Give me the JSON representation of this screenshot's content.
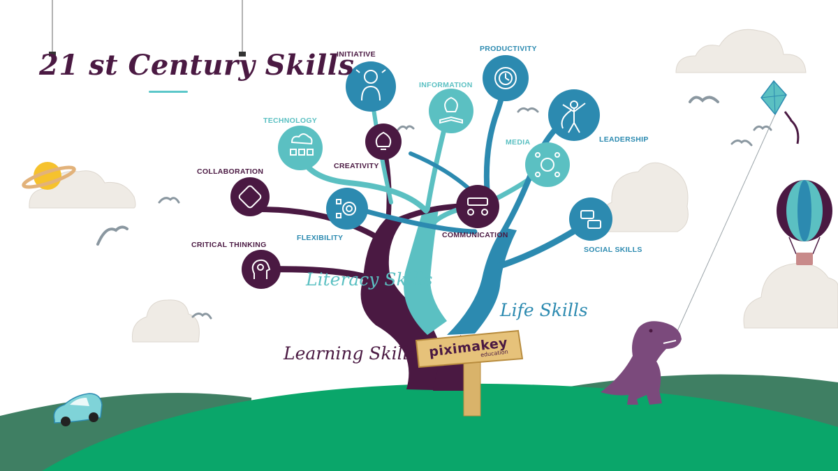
{
  "title": "21 st Century Skills",
  "skills": {
    "initiative": "INITIATIVE",
    "productivity": "PRODUCTIVITY",
    "information": "INFORMATION",
    "technology": "TECHNOLOGY",
    "media": "MEDIA",
    "leadership": "LEADERSHIP",
    "creativity": "CREATIVITY",
    "collaboration": "COLLABORATION",
    "flexibility": "FLEXIBILITY",
    "communication": "COMMUNICATION",
    "critical_thinking": "CRITICAL THINKING",
    "social_skills": "SOCIAL SKILLS"
  },
  "groups": {
    "literacy": "Literacy Skills",
    "life": "Life Skills",
    "learning": "Learning Skills"
  },
  "sign": {
    "brand": "piximakey",
    "sub": "education"
  },
  "colors": {
    "plum": "#4a1942",
    "teal": "#5bc0c2",
    "blue": "#2c8ab0",
    "grass": "#0aa66a",
    "hill": "#3f7f63"
  },
  "icons": {
    "initiative": "person-lightbulb-icon",
    "productivity": "gear-clock-icon",
    "information": "lightbulb-book-icon",
    "technology": "cloud-network-icon",
    "media": "megaphone-network-icon",
    "leadership": "hero-cape-icon",
    "creativity": "brain-lightbulb-icon",
    "collaboration": "hands-circle-icon",
    "flexibility": "target-arrows-icon",
    "communication": "speech-bubbles-people-icon",
    "critical_thinking": "head-gear-icon",
    "social_skills": "chat-bubbles-icon"
  }
}
